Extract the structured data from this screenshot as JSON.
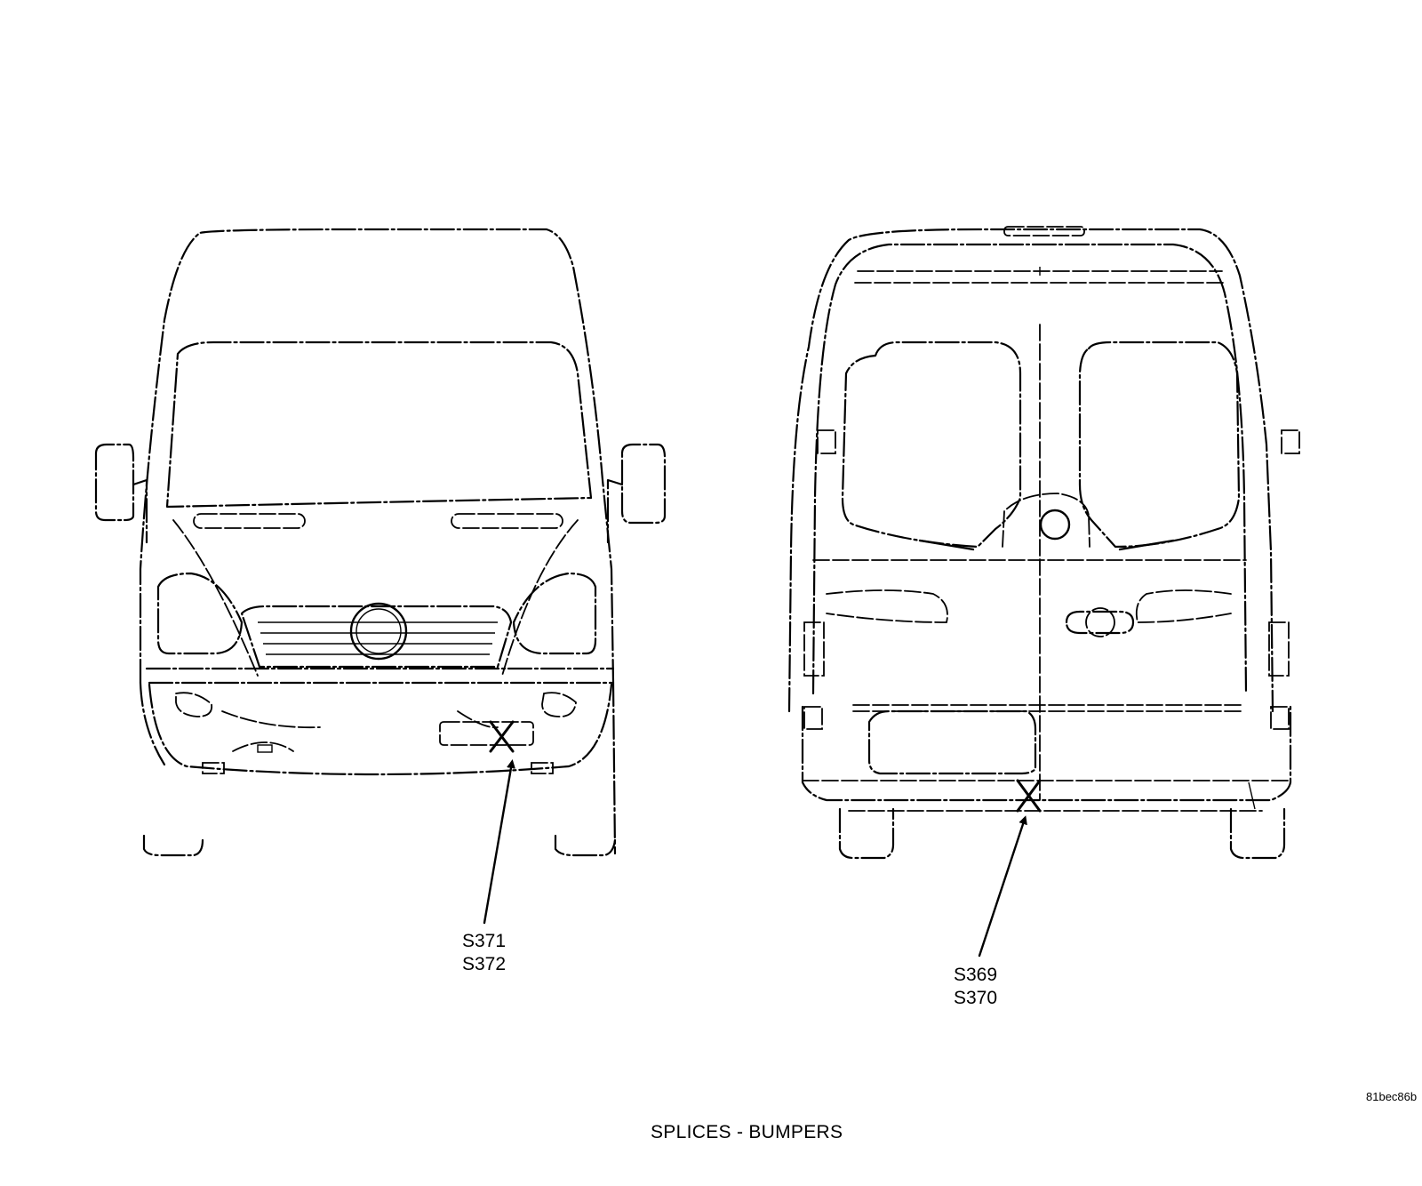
{
  "title": "SPLICES - BUMPERS",
  "figure_id": "81bec86b",
  "views": {
    "front": {
      "callout": {
        "line1": "S371",
        "line2": "S372"
      }
    },
    "rear": {
      "callout": {
        "line1": "S369",
        "line2": "S370"
      }
    }
  },
  "marker_symbol": "x-mark-icon"
}
